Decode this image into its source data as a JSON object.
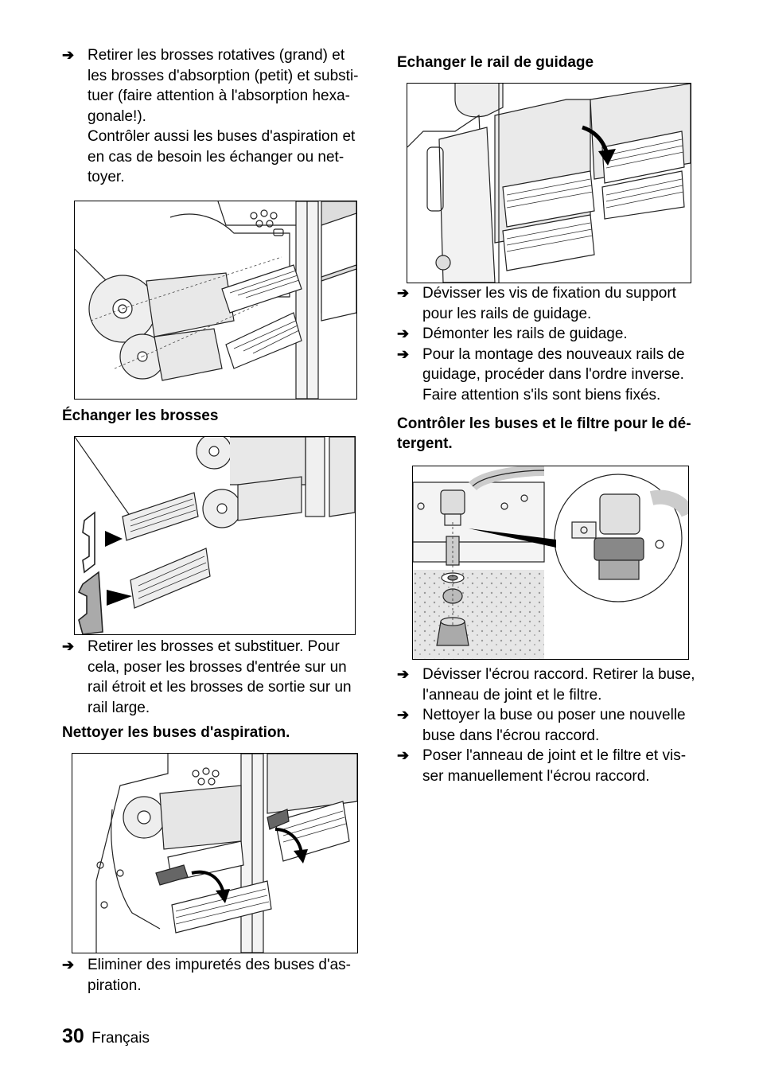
{
  "left": {
    "item1_lines": [
      "Retirer les brosses rotatives (grand) et",
      "les brosses d'absorption (petit) et substi-",
      "tuer (faire attention à l'absorption hexa-",
      "gonale!)."
    ],
    "item1_cont_lines": [
      "Contrôler aussi les buses d'aspiration et",
      "en cas de besoin les échanger ou net-",
      "toyer."
    ],
    "heading_brosses": "Échanger les brosses",
    "item2_lines": [
      "Retirer les brosses et substituer. Pour",
      "cela, poser les brosses d'entrée sur un",
      "rail étroit et les brosses de sortie sur un",
      "rail large."
    ],
    "heading_buses": "Nettoyer les buses d'aspiration.",
    "item3_lines": [
      "Eliminer des impuretés des buses d'as-",
      "piration."
    ]
  },
  "right": {
    "heading_rail": "Echanger le rail de guidage",
    "rail_items": [
      [
        "Dévisser les vis de fixation du support",
        "pour les rails de guidage."
      ],
      [
        "Démonter les rails de guidage."
      ],
      [
        "Pour la montage des nouveaux rails de",
        "guidage, procéder dans l'ordre inverse.",
        "Faire attention s'ils sont biens fixés."
      ]
    ],
    "heading_filtre_lines": [
      "Contrôler les buses et le filtre pour le dé-",
      "tergent."
    ],
    "filtre_items": [
      [
        "Dévisser l'écrou raccord. Retirer la buse,",
        "l'anneau de joint et le filtre."
      ],
      [
        "Nettoyer la buse ou poser une nouvelle",
        "buse dans l'écrou raccord."
      ],
      [
        "Poser l'anneau de joint et le filtre et vis-",
        "ser manuellement l'écrou raccord."
      ]
    ]
  },
  "footer": {
    "page_number": "30",
    "language": "Français"
  },
  "icons": {
    "bullet": "arrow-right-icon"
  }
}
